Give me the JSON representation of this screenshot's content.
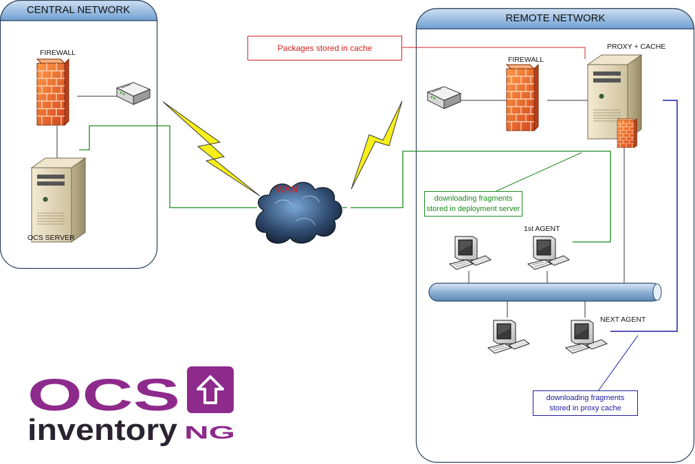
{
  "central": {
    "title": "CENTRAL NETWORK",
    "firewall_label": "FIREWALL",
    "server_label": "OCS SERVER"
  },
  "remote": {
    "title": "REMOTE NETWORK",
    "firewall_label": "FIREWALL",
    "proxy_label": "PROXY + CACHE",
    "first_agent_label": "1st AGENT",
    "next_agent_label": "NEXT AGENT"
  },
  "wan_label": "WAN",
  "notes": {
    "cache": "Packages stored in cache",
    "deployment_line1": "downloading fragments",
    "deployment_line2": "stored in deployment server",
    "proxy_line1": "downloading fragments",
    "proxy_line2": "stored in proxy cache"
  },
  "logo": {
    "ocs": "OCS",
    "inventory": "inventory",
    "ng": "NG"
  },
  "colors": {
    "green_link": "#1a8a1a",
    "blue_link": "#1a1aa0",
    "red_note": "#d42020",
    "logo_purple": "#8e2a8c",
    "logo_dark": "#2a2430",
    "firewall_orange": "#e8662a",
    "pane_header": "#7aa7d6"
  },
  "icons": {
    "firewall": "firewall-icon",
    "server": "server-tower-icon",
    "router": "router-icon",
    "workstation": "workstation-icon",
    "cloud": "cloud-icon",
    "lightning": "lightning-icon",
    "bus": "network-bus-icon"
  }
}
